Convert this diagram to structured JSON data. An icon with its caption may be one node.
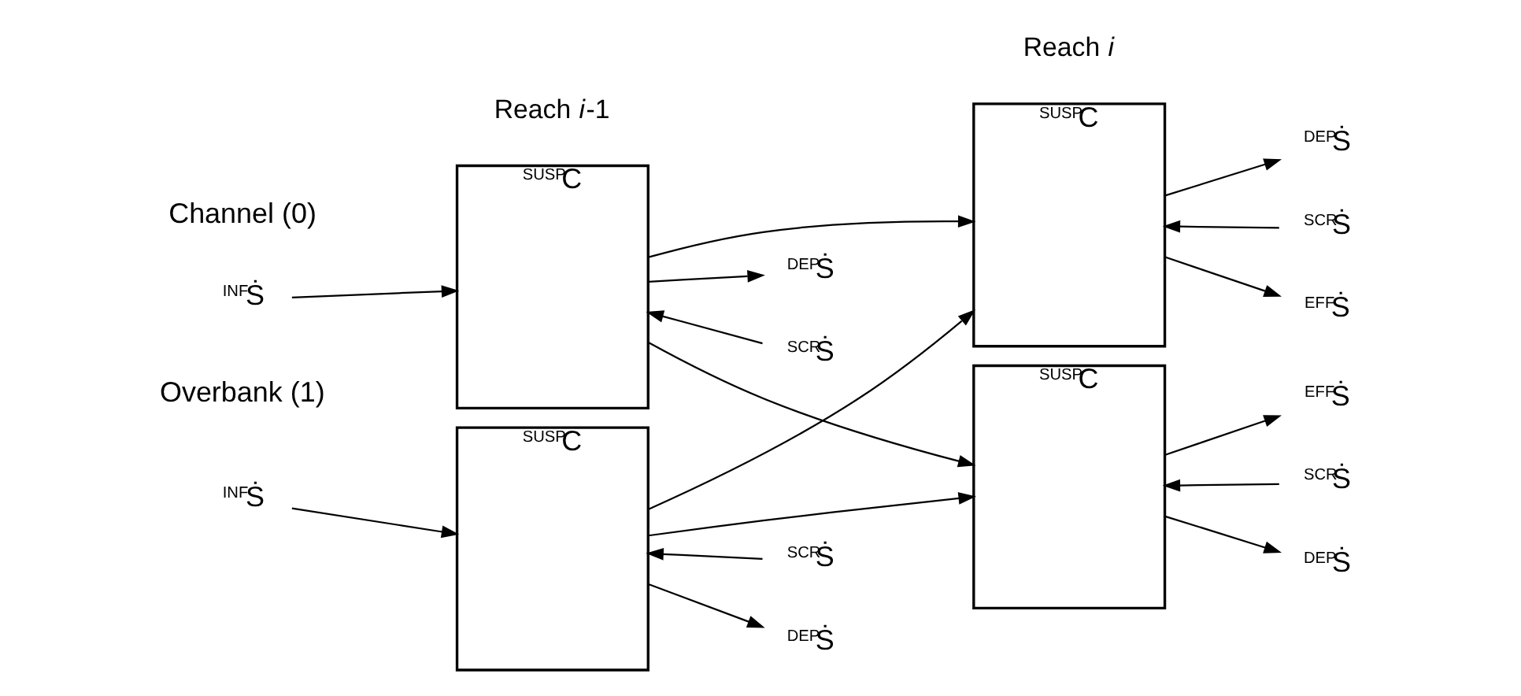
{
  "diagram": {
    "nodes": [
      {
        "text": [
          "$^{SUSP}$C"
        ]
      },
      {
        "text": [
          "$^{SUSP}$C"
        ]
      },
      {
        "text": [
          "$^{SUSP}$C"
        ]
      },
      {
        "text": [
          "$^{SUSP}$C"
        ]
      },
      {
        "text": [
          "$^{INF}$Ṡ"
        ]
      },
      {
        "text": [
          "$^{DEP}$Ṡ"
        ]
      },
      {
        "text": [
          "$^{SCR}$Ṡ"
        ]
      },
      {
        "text": [
          "$^{INF}$Ṡ"
        ]
      },
      {
        "text": [
          "$^{SCR}$Ṡ"
        ]
      },
      {
        "text": [
          "$^{DEP}$Ṡ"
        ]
      },
      {
        "text": [
          "$^{DEP}$Ṡ"
        ]
      },
      {
        "text": [
          "$^{SCR}$Ṡ"
        ]
      },
      {
        "text": [
          "$^{EFF}$Ṡ"
        ]
      },
      {
        "text": [
          "$^{EFF}$Ṡ"
        ]
      },
      {
        "text": [
          "$^{SCR}$Ṡ"
        ]
      },
      {
        "text": [
          "$^{DEP}$Ṡ"
        ]
      }
    ],
    "edges": [
      {
        "from": 4,
        "to": 0,
        "arrow": "to"
      },
      {
        "from": 0,
        "to": 5,
        "arrow": "to"
      },
      {
        "from": 6,
        "to": 0,
        "arrow": "to"
      },
      {
        "from": 0,
        "to": 2,
        "arrow": "to"
      },
      {
        "from": 0,
        "to": 3,
        "arrow": "to"
      },
      {
        "from": 7,
        "to": 1,
        "arrow": "to"
      },
      {
        "from": 8,
        "to": 1,
        "arrow": "to"
      },
      {
        "from": 1,
        "to": 9,
        "arrow": "to"
      },
      {
        "from": 1,
        "to": 2,
        "arrow": "to"
      },
      {
        "from": 1,
        "to": 3,
        "arrow": "to"
      },
      {
        "from": 2,
        "to": 10,
        "arrow": "to"
      },
      {
        "from": 11,
        "to": 2,
        "arrow": "to"
      },
      {
        "from": 2,
        "to": 12,
        "arrow": "to"
      },
      {
        "from": 3,
        "to": 13,
        "arrow": "to"
      },
      {
        "from": 14,
        "to": 3,
        "arrow": "to"
      },
      {
        "from": 3,
        "to": 15,
        "arrow": "to"
      }
    ],
    "labels": [
      "Reach *i*-1",
      "Reach *i*",
      "Channel (0)",
      "Overbank (1)"
    ]
  }
}
